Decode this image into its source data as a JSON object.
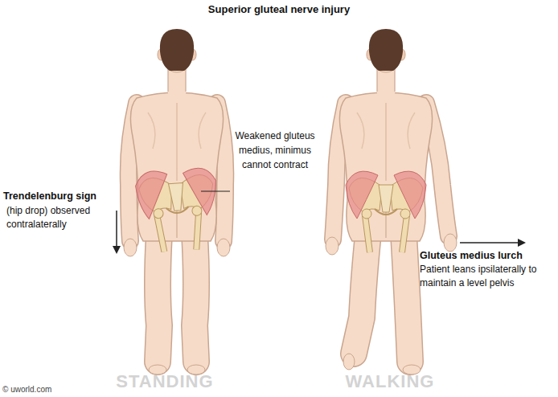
{
  "diagram": {
    "title": "Superior gluteal nerve injury",
    "labels": [
      "Weakened gluteus medius, minimus cannot contract",
      "Trendelenburg sign",
      "(hip drop) observed contralaterally",
      "Gluteus medius lurch",
      "Patient leans ipsilaterally to maintain a level pelvis",
      "STANDING",
      "WALKING",
      "© uworld.com"
    ]
  }
}
